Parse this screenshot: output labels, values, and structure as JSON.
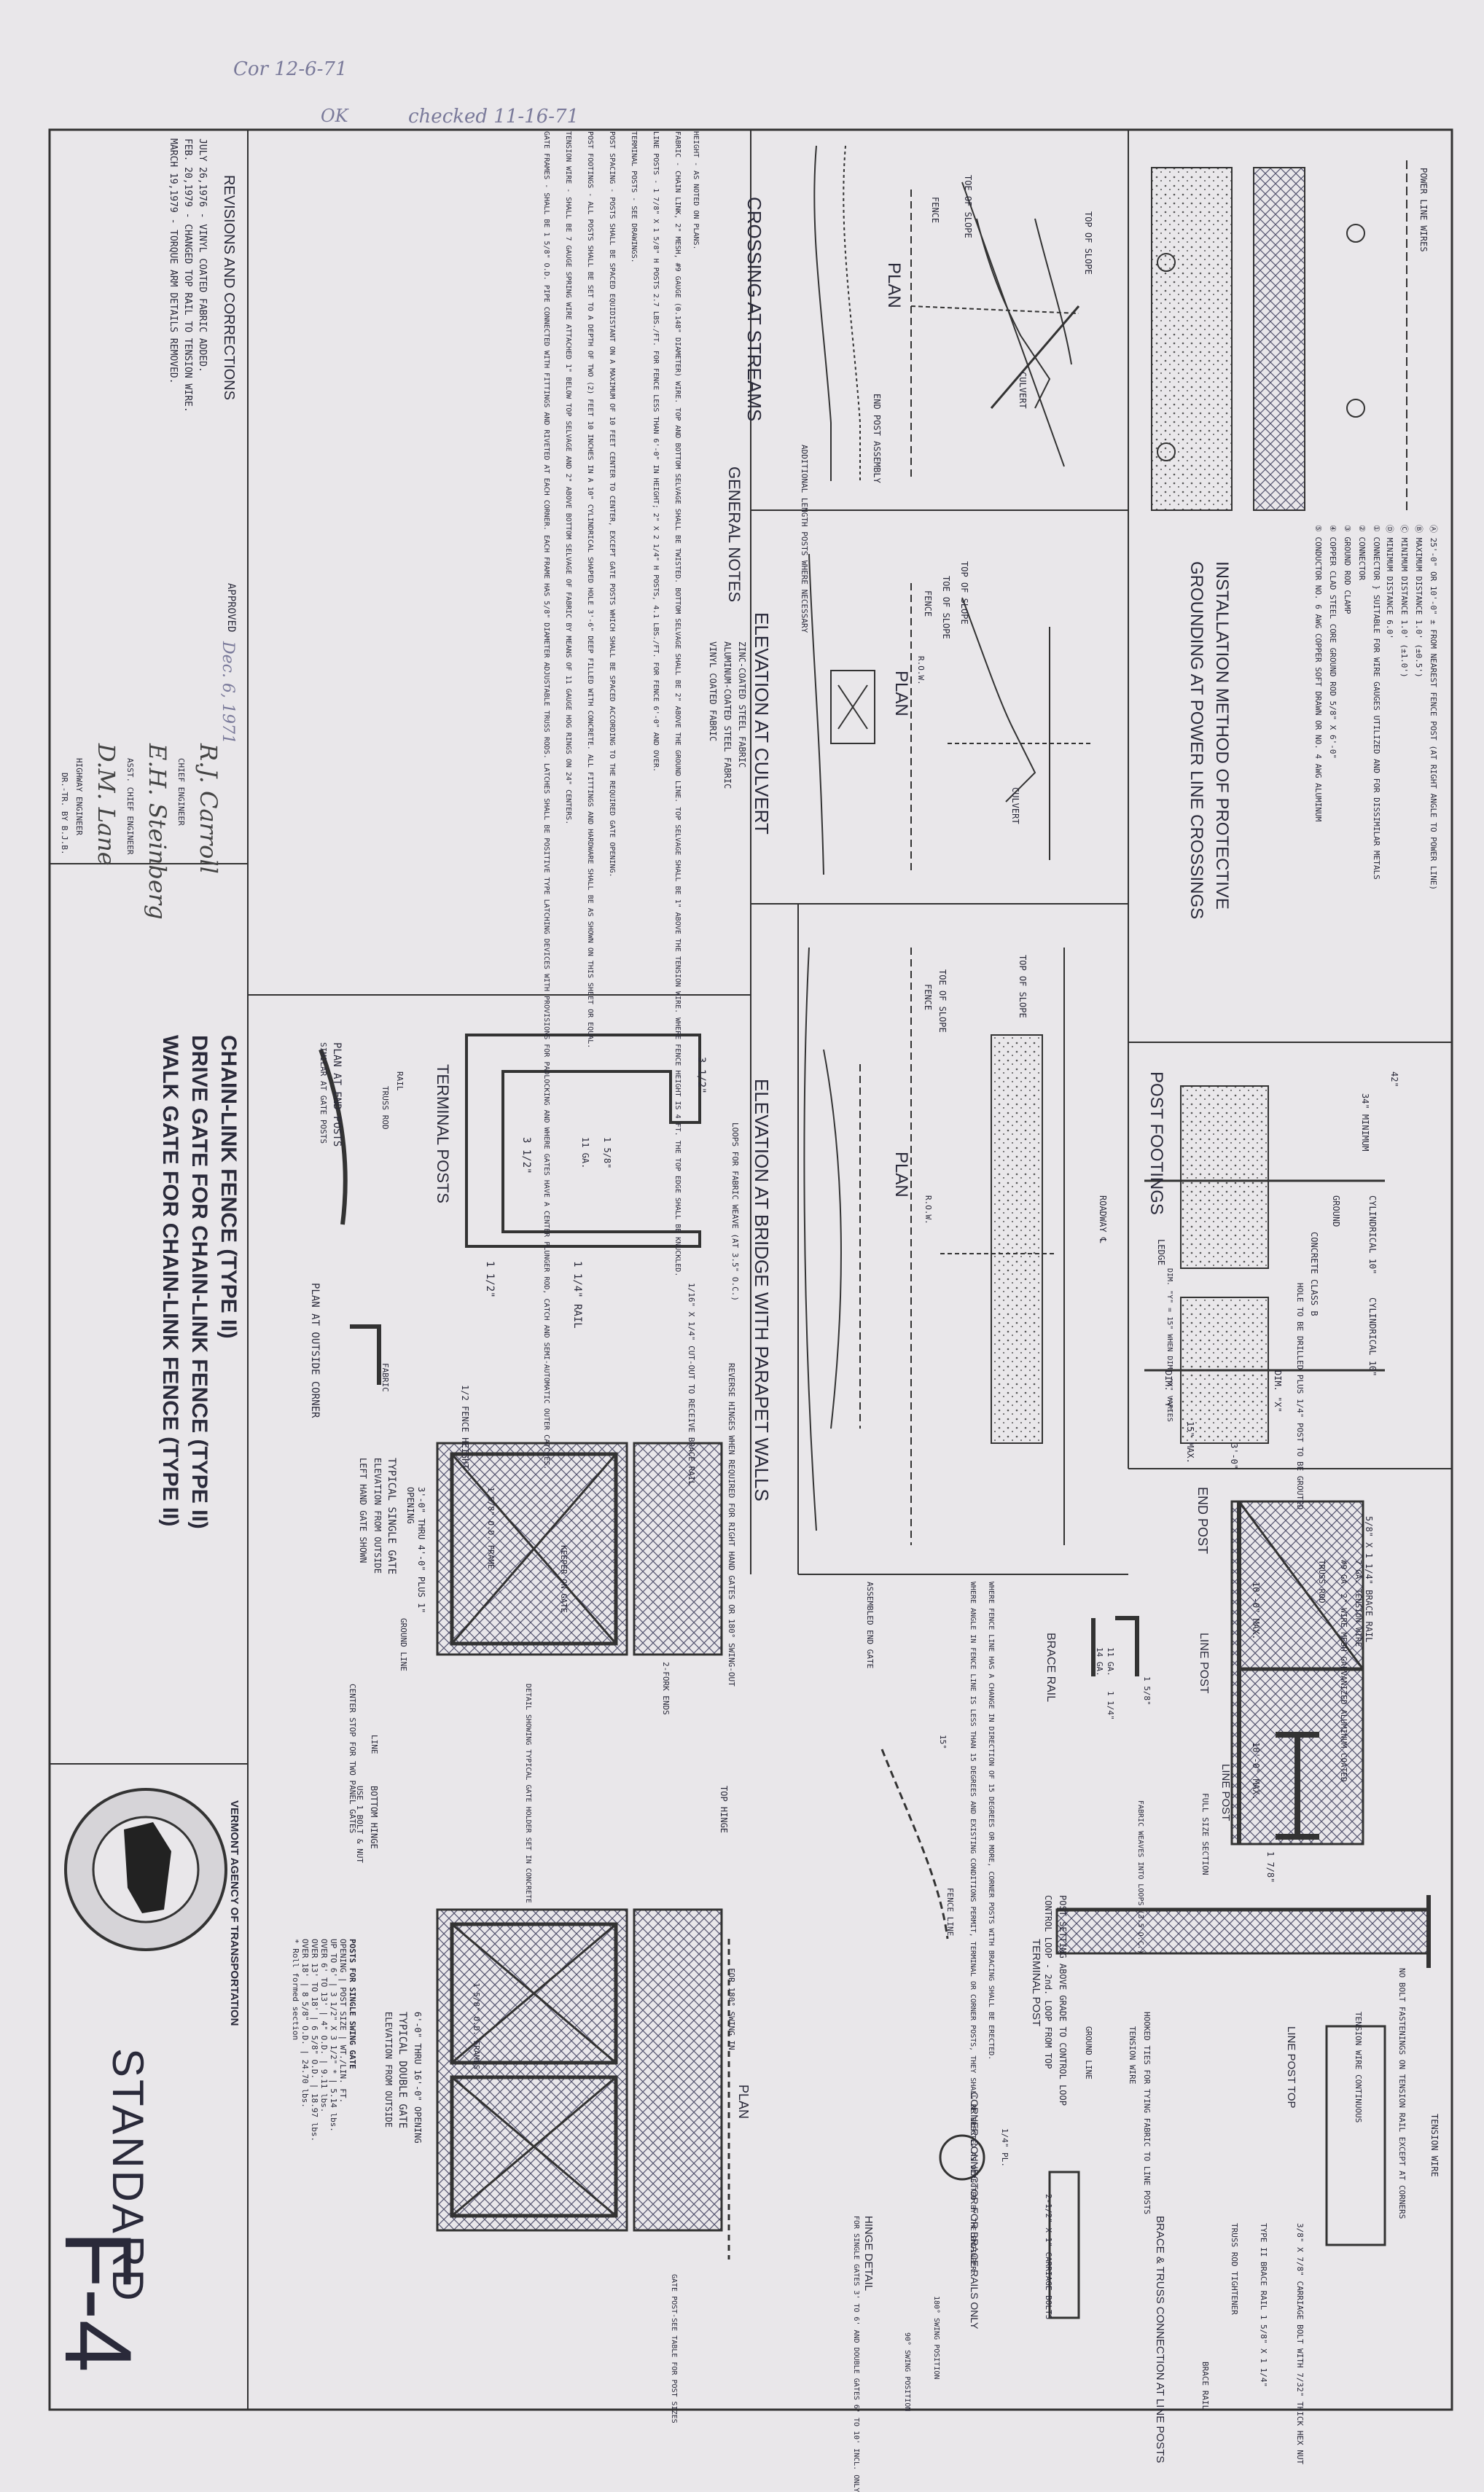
{
  "stamps": {
    "cor_date": "Cor 12-6-71",
    "checked": "checked 11-16-71",
    "ok": "OK"
  },
  "title_block": {
    "standard_label": "STANDARD",
    "sheet_number": "F-4",
    "title_lines": [
      "CHAIN-LINK FENCE (TYPE II)",
      "DRIVE GATE FOR CHAIN-LINK FENCE (TYPE II)",
      "WALK GATE FOR CHAIN-LINK FENCE (TYPE II)"
    ],
    "agency_ring": "VERMONT AGENCY OF TRANSPORTATION"
  },
  "revisions": {
    "heading": "REVISIONS AND CORRECTIONS",
    "items": [
      "JULY 26,1976 - VINYL COATED FABRIC ADDED.",
      "FEB. 20,1979 - CHANGED TOP RAIL TO TENSION WIRE.",
      "MARCH 19,1979 - TORQUE ARM DETAILS REMOVED."
    ],
    "drafted": "DR.-TR. BY B.J.B."
  },
  "approval": {
    "approved_label": "APPROVED",
    "date": "Dec. 6, 1971",
    "signers": [
      {
        "title": "CHIEF ENGINEER",
        "signature": "R.J. Carroll"
      },
      {
        "title": "ASST. CHIEF ENGINEER",
        "signature": "E.H. Steinberg"
      },
      {
        "title": "HIGHWAY ENGINEER",
        "signature": "D.M. Lane"
      }
    ]
  },
  "general_notes": {
    "heading": "GENERAL NOTES",
    "items": [
      "HEIGHT - AS NOTED ON PLANS.",
      "FABRIC - CHAIN LINK, 2\" MESH, #9 GAUGE (0.148\" DIAMETER) WIRE. TOP AND BOTTOM SELVAGE SHALL BE TWISTED. BOTTOM SELVAGE SHALL BE 2\" ABOVE THE GROUND LINE. TOP SELVAGE SHALL BE 1\" ABOVE THE TENSION WIRE. WHERE FENCE HEIGHT IS 4 FT. THE TOP EDGE SHALL BE KNUCKLED.",
      "LINE POSTS - 1 7/8\" X 1 5/8\" H POSTS 2.7 LBS./FT. FOR FENCE LESS THAN 6'-0\" IN HEIGHT; 2\" X 2 1/4\" H POSTS, 4.1 LBS./FT. FOR FENCE 6'-0\" AND OVER.",
      "TERMINAL POSTS - SEE DRAWINGS.",
      "POST SPACING - POSTS SHALL BE SPACED EQUIDISTANT ON A MAXIMUM OF 10 FEET CENTER TO CENTER, EXCEPT GATE POSTS WHICH SHALL BE SPACED ACCORDING TO THE REQUIRED GATE OPENING.",
      "POST FOOTINGS - ALL POSTS SHALL BE SET TO A DEPTH OF TWO (2) FEET 10 INCHES IN A 10\" CYLINDRICAL SHAPED HOLE 3'-6\" DEEP FILLED WITH CONCRETE. ALL FITTINGS AND HARDWARE SHALL BE AS SHOWN ON THIS SHEET OR EQUAL.",
      "TENSION WIRE - SHALL BE 7 GAUGE SPRING WIRE ATTACHED 1\" BELOW TOP SELVAGE AND 2\" ABOVE BOTTOM SELVAGE OF FABRIC BY MEANS OF 11 GAUGE HOG RINGS ON 24\" CENTERS.",
      "GATE FRAMES - SHALL BE 1 5/8\" O.D. PIPE CONNECTED WITH FITTINGS AND RIVETED AT EACH CORNER. EACH FRAME HAS 5/8\" DIAMETER ADJUSTABLE TRUSS RODS. LATCHES SHALL BE POSITIVE TYPE LATCHING DEVICES WITH PROVISIONS FOR PADLOCKING AND WHERE GATES HAVE A CENTER PLUNGER ROD, CATCH AND SEMI-AUTOMATIC OUTER CATCHES."
    ],
    "fabric_note": [
      "ZINC-COATED STEEL FABRIC",
      "ALUMINUM-COATED STEEL FABRIC",
      "VINYL COATED FABRIC"
    ]
  },
  "panels": {
    "streams": {
      "title": "CROSSING AT STREAMS",
      "plan": "PLAN",
      "labels": [
        "TOP OF SLOPE",
        "TOE OF SLOPE",
        "FENCE",
        "CULVERT",
        "END POST ASSEMBLY",
        "ADDITIONAL LENGTH POSTS WHERE NECESSARY"
      ]
    },
    "culvert": {
      "title": "ELEVATION AT CULVERT",
      "plan": "PLAN",
      "labels": [
        "TOP OF SLOPE",
        "TOE OF SLOPE",
        "FENCE",
        "R.O.W.",
        "CULVERT"
      ]
    },
    "bridge": {
      "title": "ELEVATION AT BRIDGE WITH PARAPET WALLS",
      "plan": "PLAN",
      "labels": [
        "TOP OF SLOPE",
        "TOE OF SLOPE",
        "FENCE",
        "R.O.W.",
        "ROADWAY ℄"
      ]
    },
    "power": {
      "title": [
        "INSTALLATION METHOD OF PROTECTIVE",
        "GROUNDING AT POWER LINE CROSSINGS"
      ],
      "wires": "POWER LINE WIRES",
      "legend": [
        "Ⓐ 25'-0\" OR 10'-0\" ± FROM NEAREST FENCE POST (AT RIGHT ANGLE TO POWER LINE)",
        "Ⓑ MAXIMUM DISTANCE 1.0' (±0.5')",
        "Ⓒ MINIMUM DISTANCE 1.0' (±1.0')",
        "Ⓓ MINIMUM DISTANCE 6.0'",
        "① CONNECTOR } SUITABLE FOR WIRE GAUGES UTILIZED AND FOR DISSIMILAR METALS",
        "② CONNECTOR",
        "③ GROUND ROD CLAMP",
        "④ COPPER CLAD STEEL CORE GROUND ROD 5/8\" X 6'-0\"",
        "⑤ CONDUCTOR NO. 6 AWG COPPER SOFT DRAWN OR NO. 4 AWG ALUMINUM"
      ]
    },
    "footings": {
      "title": "POST FOOTINGS",
      "labels": [
        "42\"",
        "34\" MINIMUM",
        "CYLINDRICAL 10\"",
        "GROUND",
        "CONCRETE CLASS B",
        "LEDGE",
        "HOLE TO BE DRILLED PLUS 1/4\" POST TO BE GROUTED",
        "DIM. \"Y\"",
        "DIM. \"X\"",
        "15\" MAX.",
        "3'-0\"",
        "DIM. \"Y\" = 15\" WHEN DIM. \"X\" VARIES",
        "CYLINDRICAL 10\""
      ]
    },
    "terminal": {
      "title": "TERMINAL POSTS",
      "labels": [
        "3 1/2\"",
        "3 1/2\"",
        "1 1/2\"",
        "1 1/4\" RAIL",
        "11 GA.",
        "1 5/8\"",
        "LOOPS FOR FABRIC WEAVE (AT 3.5\" O.C.)",
        "1/16\" X 1/4\" CUT-OUT TO RECEIVE BRACE RAIL",
        "PLAN AT END POSTS",
        "SIMILAR AT GATE POSTS",
        "PLAN AT OUTSIDE CORNER",
        "RAIL",
        "TRUSS ROD",
        "FABRIC"
      ]
    },
    "single_gate": {
      "title": [
        "TYPICAL SINGLE GATE",
        "ELEVATION FROM OUTSIDE",
        "LEFT HAND GATE SHOWN"
      ],
      "labels": [
        "1/2 FENCE HEIGHT",
        "3'-0\" THRU 4'-0\" PLUS 1\"",
        "OPENING",
        "1 5/8\" O.D. FRAME",
        "KEEPER ON GATE",
        "REVERSE HINGES WHEN REQUIRED FOR RIGHT HAND GATES OR 180° SWING-OUT",
        "GROUND LINE",
        "2-FORK ENDS",
        "DETAIL SHOWING TYPICAL GATE HOLDER SET IN CONCRETE",
        "CENTER STOP FOR TWO PANEL GATES",
        "LINE"
      ]
    },
    "double_gate": {
      "title": [
        "TYPICAL DOUBLE GATE",
        "ELEVATION FROM OUTSIDE"
      ],
      "labels": [
        "6'-0\" THRU 16'-0\" OPENING",
        "1 5/8\" O.D. FRAMES",
        "FOR 180° SWING IN",
        "PLAN",
        "TOP HINGE",
        "BOTTOM HINGE",
        "USE 1 BOLT & NUT",
        "GATE POST-SEE TABLE FOR POST SIZES"
      ],
      "table": {
        "heading": "POSTS FOR SINGLE SWING GATE",
        "columns": [
          "OPENING",
          "POST SIZE",
          "WT./LIN. FT."
        ],
        "rows": [
          [
            "UP TO 6'",
            "3 1/2\" X 3 1/2\" *",
            "5.14 lbs."
          ],
          [
            "OVER 6' TO 13'",
            "4\" O.D.",
            "9.11 lbs."
          ],
          [
            "OVER 13' TO 18'",
            "6 5/8\" O.D.",
            "18.97 lbs."
          ],
          [
            "OVER 18'",
            "8 5/8\" O.D.",
            "24.70 lbs."
          ]
        ],
        "footnote": "* Roll formed section"
      }
    },
    "end_post": {
      "title": "END POST",
      "labels": [
        "5/8\" X 1 1/4\" BRACE RAIL",
        "7 GA. TENSION WIRE",
        "#9 GA. 2\" WIRE MESH GALVANIZED ALUMINUM COATED",
        "TRUSS ROD",
        "10'-0\" MAX.",
        "10'-0\" MAX.",
        "LINE POST",
        "BRACE RAIL",
        "1 5/8\"",
        "1 1/4\"",
        "11 GA.",
        "14 GA.",
        "FULL SIZE SECTION",
        "LINE POST",
        "1 7/8\"",
        "FABRIC WEAVES INTO LOOPS (3.5 O.C.)"
      ]
    },
    "corner": {
      "labels": [
        "WHERE FENCE LINE HAS A CHANGE IN DIRECTION OF 15 DEGREES OR MORE, CORNER POSTS WITH BRACING SHALL BE ERECTED.",
        "WHERE ANGLE IN FENCE LINE IS LESS THAN 15 DEGREES AND EXISTING CONDITIONS PERMIT, TERMINAL OR CORNER POSTS, THEY SHALL BE ERECTED AS DIRECTED BY THE ENGINEER.",
        "ASSEMBLED END GATE",
        "FENCE LINE",
        "15°"
      ]
    },
    "tension": {
      "labels": [
        "TENSION WIRE",
        "POST SETTING ABOVE GRADE TO CONTROL LOOP",
        "CONTROL LOOP - 2nd. LOOP FROM TOP",
        "NO BOLT FASTENINGS ON TENSION RAIL EXCEPT AT CORNERS",
        "TENSION WIRE CONTINUOUS",
        "TERMINAL POST",
        "HOOKED TIES FOR TYING FABRIC TO LINE POSTS",
        "TENSION WIRE",
        "GROUND LINE",
        "LINE POST TOP",
        "CORNER CONNECTOR FOR BRACE RAILS ONLY",
        "2-1/2\" X 1\" CARRIAGE BOLTS",
        "1/4\" PL.",
        "BRACE & TRUSS CONNECTION AT LINE POSTS",
        "TRUSS ROD TIGHTENER",
        "TYPE II BRACE RAIL 1 5/8\" X 1 1/4\"",
        "3/8\" X 7/8\" CARRIAGE BOLT WITH 7/32\" THICK HEX NUT",
        "BRACE RAIL"
      ]
    },
    "hinge": {
      "labels": [
        "HINGE DETAIL",
        "FOR SINGLE GATES 3' TO 6' AND DOUBLE GATES 6' TO 10' INCL. ONLY",
        "180° SWING POSITION",
        "90° SWING POSITION"
      ]
    }
  }
}
